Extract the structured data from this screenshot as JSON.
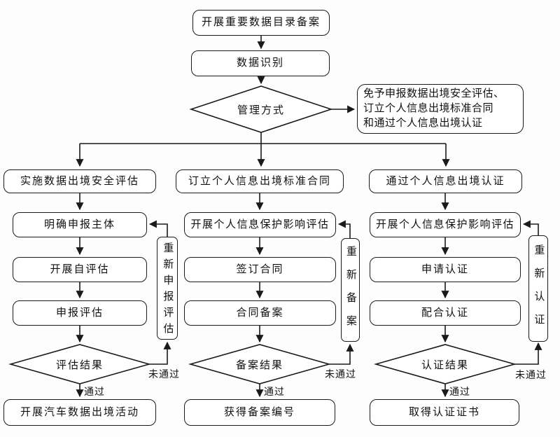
{
  "page": {
    "background": "#fdfdfd",
    "line_color": "#1a1a1a",
    "box_fill": "#ffffff",
    "text_color": "#111111"
  },
  "flow": {
    "start": "开展重要数据目录备案",
    "identify": "数据识别",
    "decision": "管理方式",
    "exempt": {
      "line1": "免予申报数据出境安全评估、",
      "line2": "订立个人信息出境标准合同",
      "line3": "和通过个人信息出境认证"
    }
  },
  "branches": [
    {
      "header": "实施数据出境安全评估",
      "steps": [
        "明确申报主体",
        "开展自评估",
        "申报评估"
      ],
      "decision": "评估结果",
      "pass_label": "通过",
      "fail_label": "未通过",
      "retry": "重新申报评估",
      "result": "开展汽车数据出境活动"
    },
    {
      "header": "订立个人信息出境标准合同",
      "steps": [
        "开展个人信息保护影响评估",
        "签订合同",
        "合同备案"
      ],
      "decision": "备案结果",
      "pass_label": "通过",
      "fail_label": "未通过",
      "retry": "重新备案",
      "result": "获得备案编号"
    },
    {
      "header": "通过个人信息出境认证",
      "steps": [
        "开展个人信息保护影响评估",
        "申请认证",
        "配合认证"
      ],
      "decision": "认证结果",
      "pass_label": "通过",
      "fail_label": "未通过",
      "retry": "重新认证",
      "result": "取得认证证书"
    }
  ]
}
